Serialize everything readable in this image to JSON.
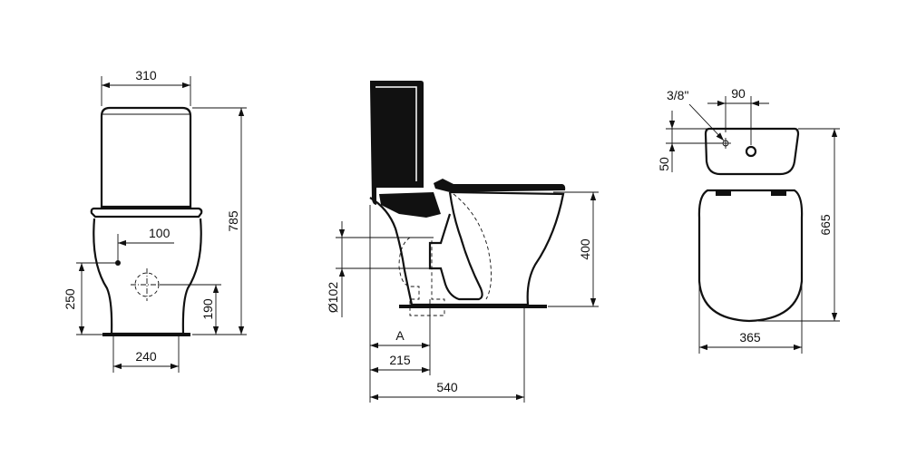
{
  "front_view": {
    "width_310": "310",
    "offset_100": "100",
    "height_785": "785",
    "height_250": "250",
    "height_190": "190",
    "width_240": "240"
  },
  "side_view": {
    "diameter_102": "Ø102",
    "height_400": "400",
    "dim_a": "A",
    "dim_215": "215",
    "depth_540": "540"
  },
  "top_view": {
    "inlet_38": "3/8\"",
    "offset_90": "90",
    "offset_50": "50",
    "length_665": "665",
    "width_365": "365"
  }
}
